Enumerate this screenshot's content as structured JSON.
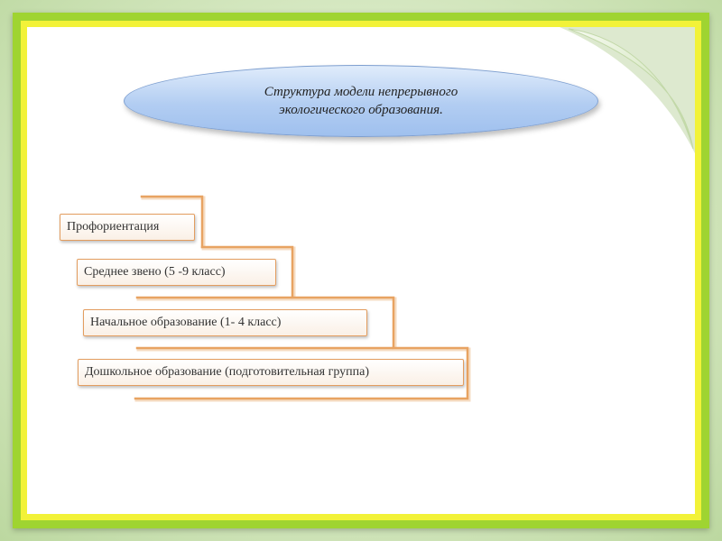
{
  "title": {
    "text": "Структура  модели непрерывного экологического  образования."
  },
  "levels": [
    {
      "label": "Профориентация"
    },
    {
      "label": "Среднее звено (5 -9 класс)"
    },
    {
      "label": "Начальное образование  (1- 4 класс)"
    },
    {
      "label": "Дошкольное  образование (подготовительная группа)"
    }
  ],
  "colors": {
    "outer_frame": "#9fd431",
    "inner_frame": "#f2f238",
    "oval_fill": "#b2cdf2",
    "oval_border": "#7e9fd0",
    "step_line": "#e8a362",
    "box_border": "#e39d5f"
  }
}
